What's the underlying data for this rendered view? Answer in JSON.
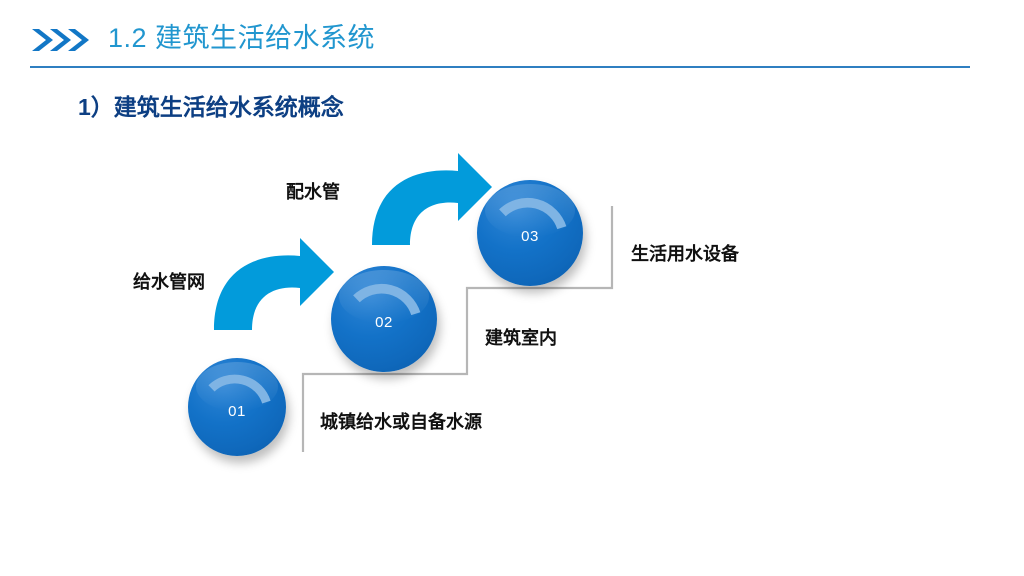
{
  "slide": {
    "background_color": "#ffffff",
    "header": {
      "icon": "triple-chevron-right-icon",
      "title": "1.2 建筑生活给水系统",
      "title_color": "#2196cf",
      "rule_color": "#2f7fc1"
    },
    "subtitle": {
      "text": "1）建筑生活给水系统概念",
      "color": "#0d3f83"
    }
  },
  "diagram": {
    "type": "process-staircase",
    "node_fill_color": "#1372c8",
    "node_arc_color": "#7fb4e4",
    "arrow_color": "#029bdb",
    "connector_color": "#b6b6b6",
    "label_color": "#111111",
    "nodes": [
      {
        "number": "01",
        "stage_label": "城镇给水或自备水源"
      },
      {
        "number": "02",
        "stage_label": "建筑室内"
      },
      {
        "number": "03",
        "stage_label": "生活用水设备"
      }
    ],
    "arrows": [
      {
        "name": "arrow-01-to-02",
        "label": "给水管网"
      },
      {
        "name": "arrow-02-to-03",
        "label": "配水管"
      }
    ],
    "labels": {
      "peishuiguan": "配水管",
      "jishuiguanwang": "给水管网",
      "shenghuo_yongshui_shebei": "生活用水设备",
      "jianzhu_shinei": "建筑室内",
      "chengzhen_jishui": "城镇给水或自备水源"
    }
  }
}
